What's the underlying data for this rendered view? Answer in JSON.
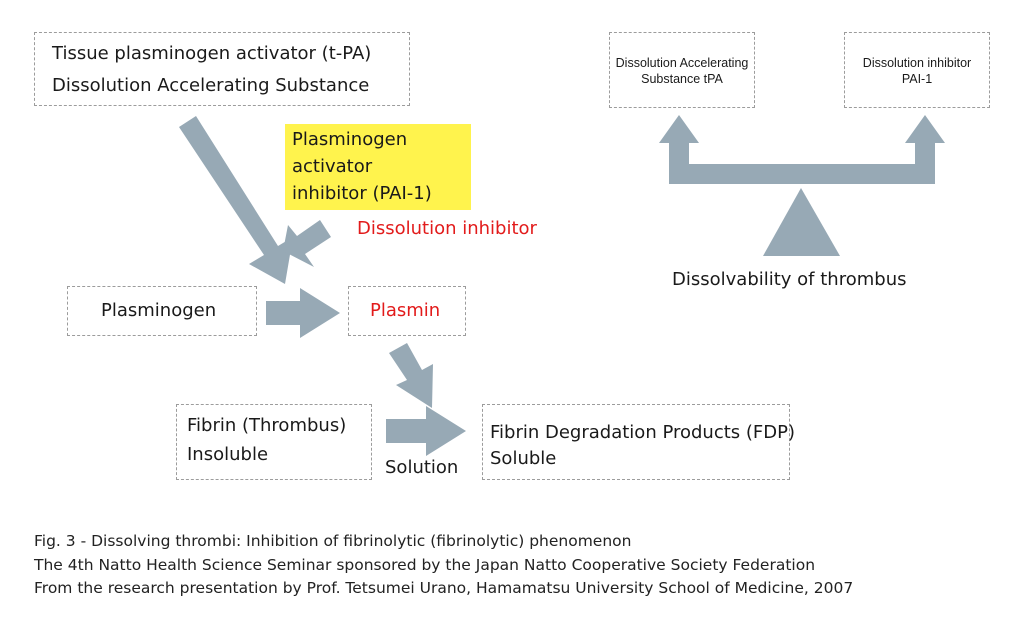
{
  "tpa": {
    "line1": "Tissue plasminogen activator (t-PA)",
    "line2": "Dissolution Accelerating Substance"
  },
  "pai": {
    "line1": "Plasminogen",
    "line2": "activator",
    "line3": "inhibitor (PAI-1)"
  },
  "dissolution_inhibitor_label": "Dissolution inhibitor",
  "plasminogen": "Plasminogen",
  "plasmin": "Plasmin",
  "fibrin": {
    "line1": "Fibrin (Thrombus)",
    "line2": "Insoluble"
  },
  "solution_label": "Solution",
  "fdp": {
    "line1": "Fibrin Degradation Products (FDP)",
    "line2": "Soluble"
  },
  "balance": {
    "left": {
      "line1": "Dissolution Accelerating",
      "line2": "Substance tPA"
    },
    "right": {
      "line1": "Dissolution inhibitor",
      "line2": "PAI-1"
    },
    "caption": "Dissolvability of thrombus"
  },
  "figure_caption": {
    "line1": "Fig. 3 - Dissolving thrombi: Inhibition of fibrinolytic (fibrinolytic) phenomenon",
    "line2": "The 4th Natto Health Science Seminar sponsored by the Japan Natto Cooperative Society Federation",
    "line3": "From the research presentation by Prof. Tetsumei Urano, Hamamatsu University School of Medicine, 2007"
  },
  "colors": {
    "arrow": "#97a9b5",
    "highlight": "#fff34d",
    "emphasis_text": "#e21b1b",
    "box_border": "#9c9c9c"
  }
}
